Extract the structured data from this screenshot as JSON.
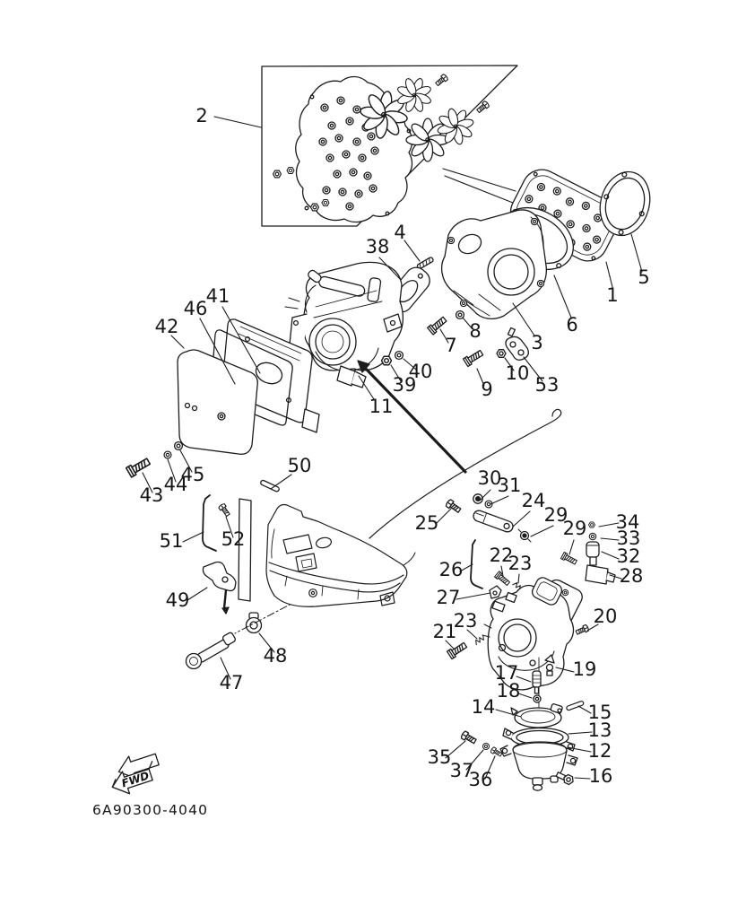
{
  "diagram": {
    "part_code": "6A90300-4040",
    "fwd_label": "FWD",
    "callouts": {
      "c1": "1",
      "c2": "2",
      "c3": "3",
      "c4": "4",
      "c5": "5",
      "c6": "6",
      "c7": "7",
      "c8": "8",
      "c9": "9",
      "c10": "10",
      "c11": "11",
      "c12": "12",
      "c13": "13",
      "c14": "14",
      "c15": "15",
      "c16": "16",
      "c17": "17",
      "c18": "18",
      "c19": "19",
      "c20": "20",
      "c21": "21",
      "c22": "22",
      "c23a": "23",
      "c23b": "23",
      "c24": "24",
      "c25": "25",
      "c26": "26",
      "c27": "27",
      "c28": "28",
      "c29a": "29",
      "c29b": "29",
      "c30": "30",
      "c31": "31",
      "c32": "32",
      "c33": "33",
      "c34": "34",
      "c35": "35",
      "c36": "36",
      "c37": "37",
      "c38": "38",
      "c39": "39",
      "c40": "40",
      "c41": "41",
      "c42": "42",
      "c43": "43",
      "c44": "44",
      "c45": "45",
      "c46": "46",
      "c47": "47",
      "c48": "48",
      "c49": "49",
      "c50": "50",
      "c51": "51",
      "c52": "52",
      "c53": "53"
    }
  }
}
